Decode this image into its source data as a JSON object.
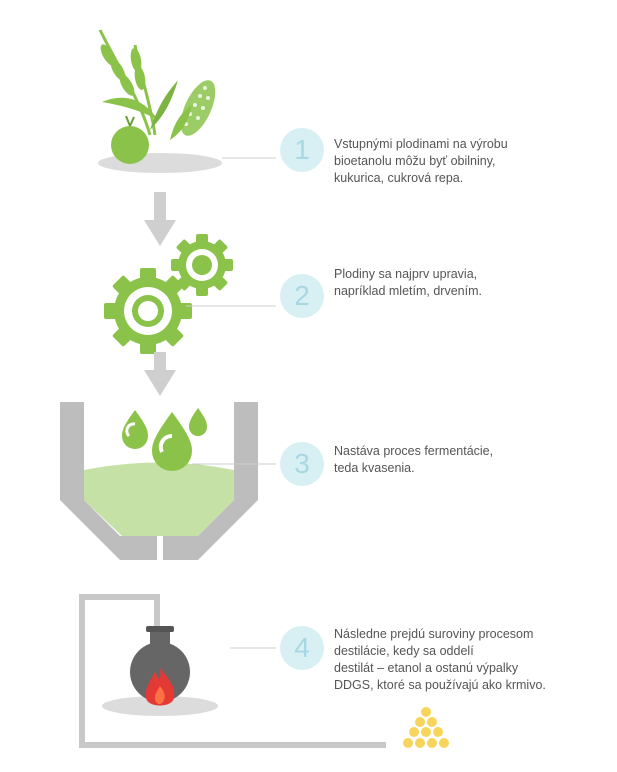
{
  "colors": {
    "green": "#8bc34a",
    "green_dark": "#689f38",
    "grey": "#b8b8b8",
    "grey_dark": "#888888",
    "bowl_liquid": "#c5e1a5",
    "badge": "#d8f0f4",
    "badge_text": "#a8d8e2",
    "flame": "#e53935",
    "pellet": "#f7d55c"
  },
  "steps": [
    {
      "number": "1",
      "lines": [
        "Vstupnými plodinami na výrobu",
        "bioetanolu môžu byť obilniny,",
        "kukurica, cukrová repa."
      ],
      "icon": "crops-icon"
    },
    {
      "number": "2",
      "lines": [
        "Plodiny sa najprv upravia,",
        "napríklad mletím, drvením."
      ],
      "icon": "gears-icon"
    },
    {
      "number": "3",
      "lines": [
        "Nastáva proces fermentácie,",
        "teda kvasenia."
      ],
      "icon": "fermentation-tank-icon"
    },
    {
      "number": "4",
      "lines": [
        "Následne prejdú suroviny procesom",
        "destilácie, kedy sa oddelí",
        "destilát – etanol a ostanú výpalky",
        "DDGS, ktoré sa používajú ako krmivo."
      ],
      "icon": "distillation-flask-icon"
    }
  ]
}
